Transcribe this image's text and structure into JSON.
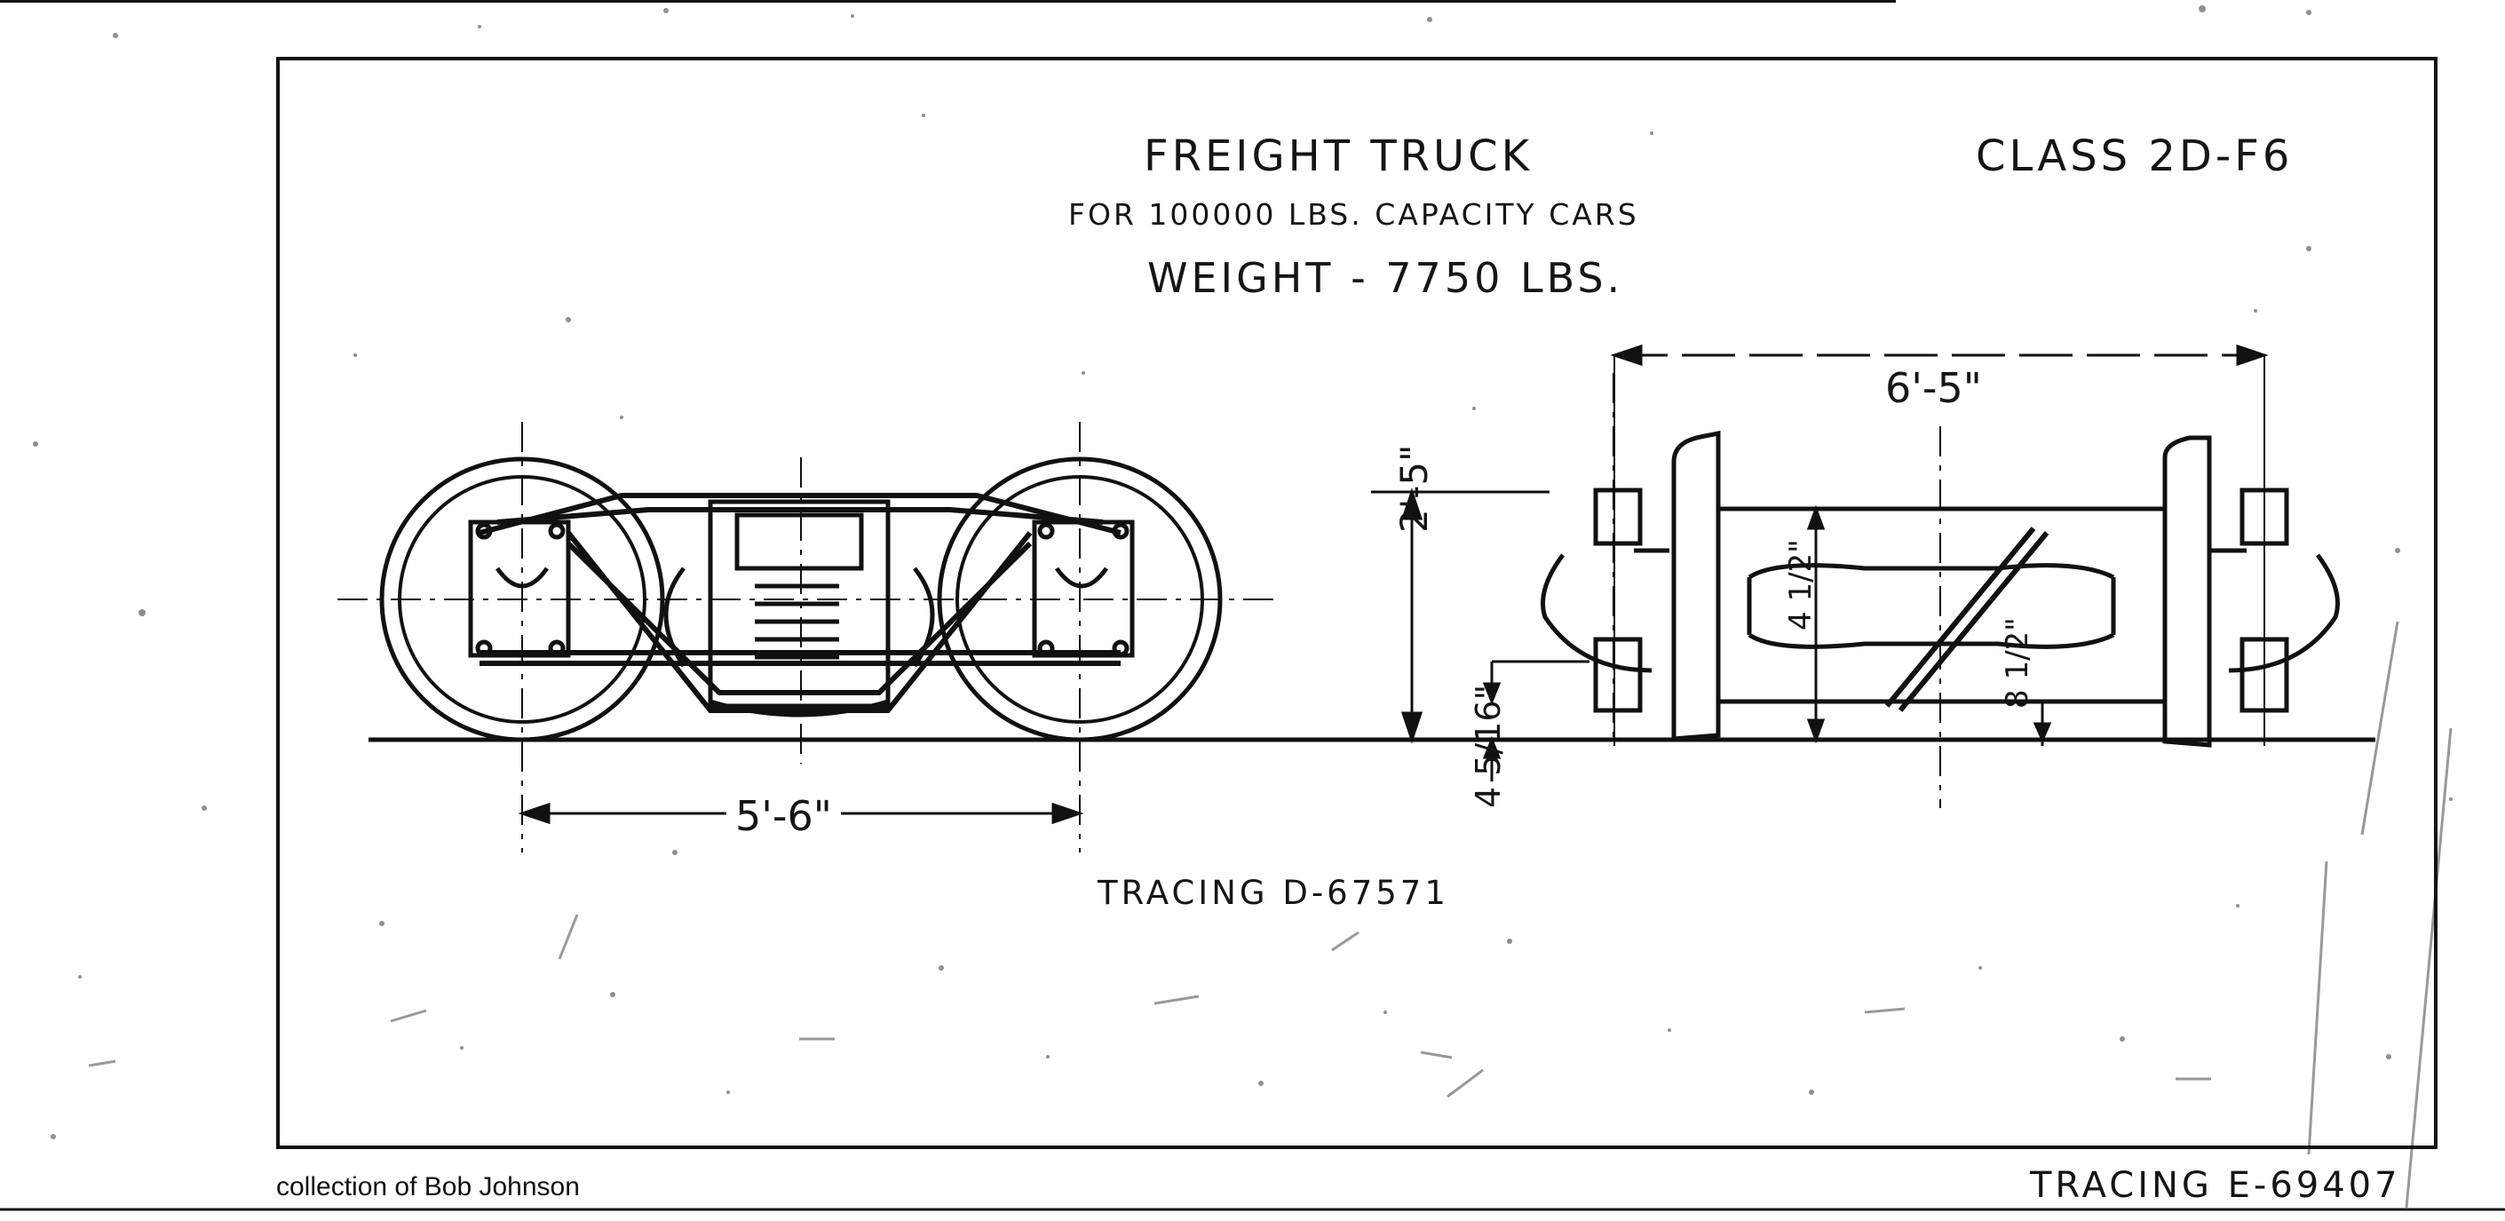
{
  "header": {
    "title": "FREIGHT TRUCK",
    "subtitle": "FOR 100000 LBS. CAPACITY CARS",
    "weight": "WEIGHT - 7750 LBS.",
    "class": "CLASS 2D-F6"
  },
  "dimensions": {
    "wheelbase": "5'-6\"",
    "gauge_span": "6'-5\"",
    "height": "2'-5\"",
    "hub_height": "4 5/16\"",
    "axle_dim": "4 1/2\"",
    "rim_dim": "8 1/2\""
  },
  "footer": {
    "tracing_d": "TRACING D-67571",
    "tracing_e": "TRACING E-69407",
    "credit": "collection of Bob Johnson"
  }
}
